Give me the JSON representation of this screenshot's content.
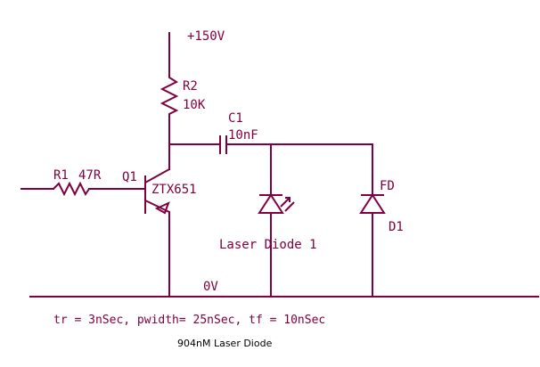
{
  "schematic": {
    "supply_label": "+150V",
    "ground_label": "0V",
    "r1": {
      "ref": "R1",
      "value": "47R"
    },
    "r2": {
      "ref": "R2",
      "value": "10K"
    },
    "c1": {
      "ref": "C1",
      "value": "10nF"
    },
    "q1": {
      "ref": "Q1",
      "part": "ZTX651"
    },
    "laser_diode": {
      "label": "Laser Diode 1"
    },
    "d1": {
      "ref": "D1",
      "part": "FD"
    },
    "timing_note": "tr = 3nSec, pwidth= 25nSec, tf = 10nSec",
    "caption": "904nM Laser Diode"
  },
  "colors": {
    "schematic": "#800040",
    "caption": "#000000",
    "background": "#ffffff"
  }
}
